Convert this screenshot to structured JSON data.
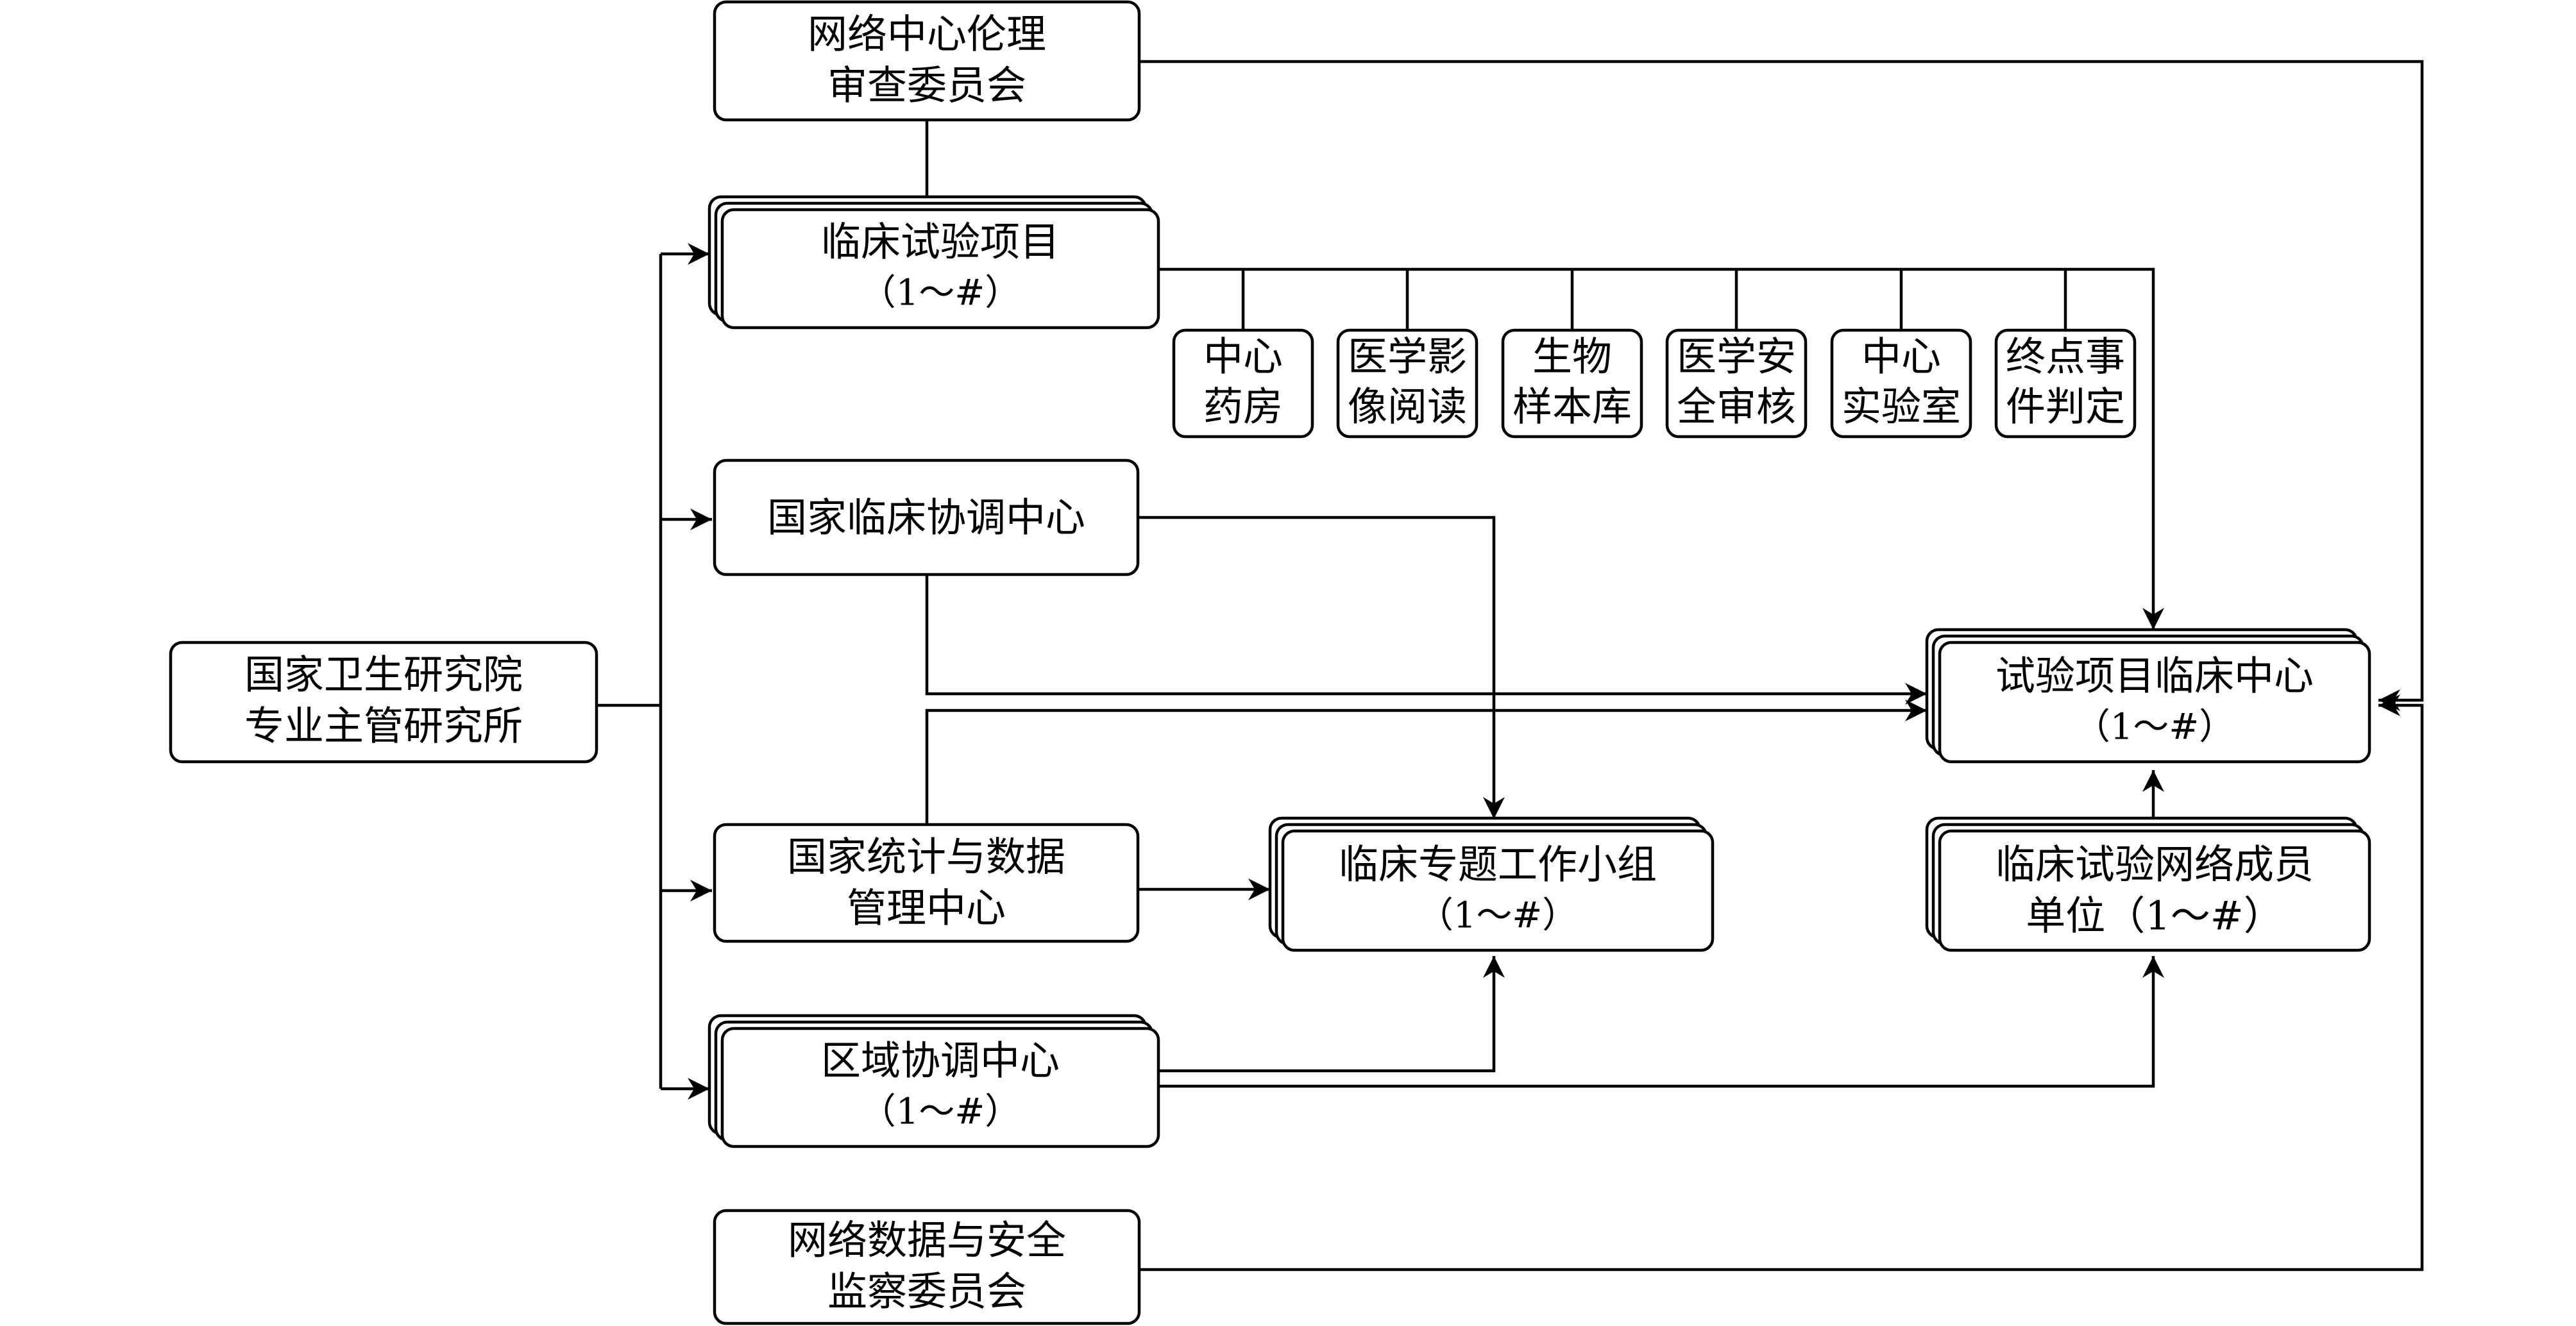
{
  "nodes": {
    "institute": {
      "lines": [
        "国家卫生研究院",
        "专业主管研究所"
      ]
    },
    "ethics": {
      "lines": [
        "网络中心伦理",
        "审查委员会"
      ]
    },
    "trial_project": {
      "lines": [
        "临床试验项目",
        "（1～#）"
      ]
    },
    "central_pharmacy": {
      "lines": [
        "中心",
        "药房"
      ]
    },
    "imaging": {
      "lines": [
        "医学影",
        "像阅读"
      ]
    },
    "biobank": {
      "lines": [
        "生物",
        "样本库"
      ]
    },
    "safety": {
      "lines": [
        "医学安",
        "全审核"
      ]
    },
    "central_lab": {
      "lines": [
        "中心",
        "实验室"
      ]
    },
    "endpoint": {
      "lines": [
        "终点事",
        "件判定"
      ]
    },
    "national_coord": {
      "lines": [
        "国家临床协调中心"
      ]
    },
    "stats_data": {
      "lines": [
        "国家统计与数据",
        "管理中心"
      ]
    },
    "regional_coord": {
      "lines": [
        "区域协调中心",
        "（1～#）"
      ]
    },
    "dsmb": {
      "lines": [
        "网络数据与安全",
        "监察委员会"
      ]
    },
    "topic_group": {
      "lines": [
        "临床专题工作小组",
        "（1～#）"
      ]
    },
    "project_center": {
      "lines": [
        "试验项目临床中心",
        "（1～#）"
      ]
    },
    "member_unit": {
      "lines": [
        "临床试验网络成员",
        "单位（1～#）"
      ]
    }
  },
  "colors": {
    "stroke": "#000000",
    "fill": "#ffffff",
    "background": "#ffffff"
  }
}
